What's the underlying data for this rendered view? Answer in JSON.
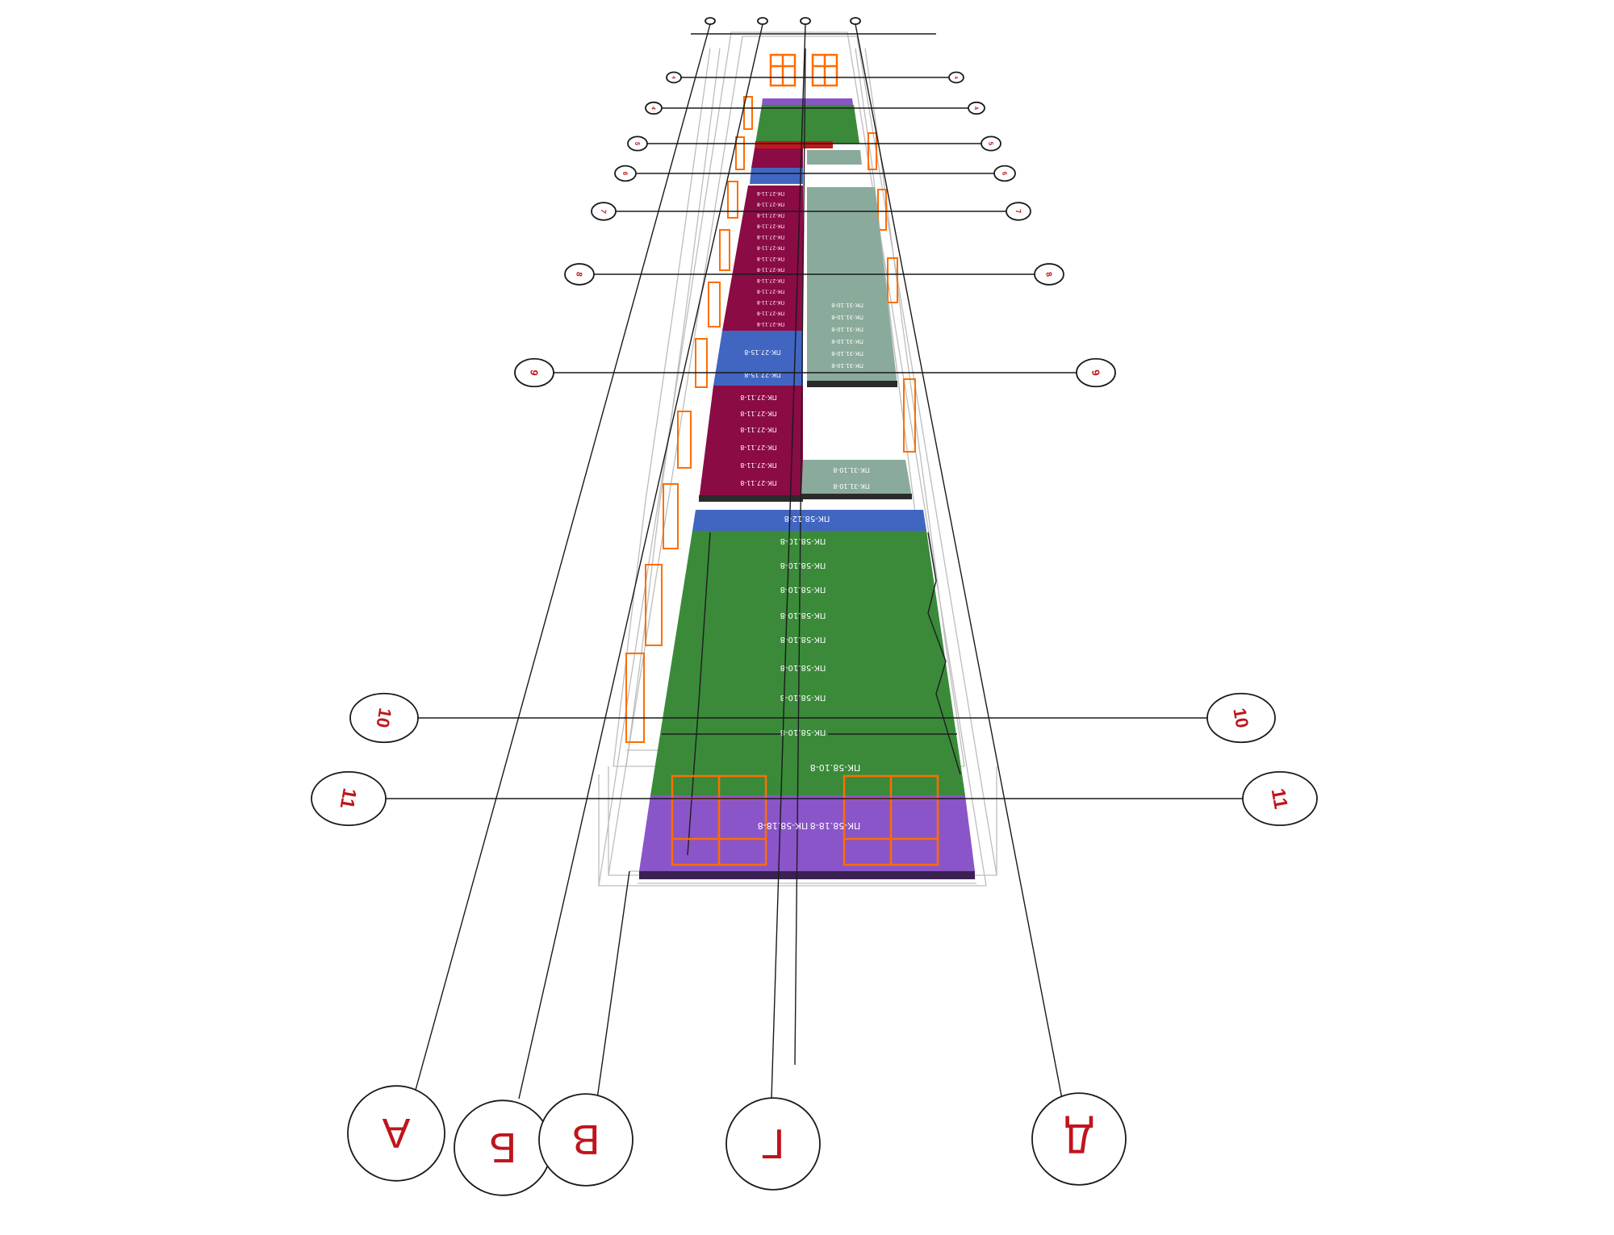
{
  "colors": {
    "green": "#3a8a3a",
    "maroon": "#8b0b45",
    "blue": "#4166c2",
    "sage": "#8aab9b",
    "purple": "#8a55c8",
    "red": "#c41818",
    "window": "#ff6d00",
    "axis_text": "#c0141c"
  },
  "axis_rows": [
    "4",
    "4",
    "5",
    "6",
    "7",
    "8",
    "9",
    "10",
    "11"
  ],
  "axis_columns": [
    "А",
    "Б",
    "В",
    "Г",
    "Д"
  ],
  "slab_labels": {
    "bottom_blue": "ПК-58.12-8",
    "bottom_green": [
      "ПК-58.10-8",
      "ПК-58.10-8",
      "ПК-58.10-8",
      "ПК-58.10-8",
      "ПК-58.10-8",
      "ПК-58.10-8",
      "ПК-58.10-8",
      "ПК-58.10-8"
    ],
    "bottom_green_right": "ПК-58.10-8",
    "bottom_purple_left": "ПК-58.18-8",
    "bottom_purple_right": "ПК-58.18-8",
    "maroon_lower": [
      "ПК-27.11-8",
      "ПК-27.11-8",
      "ПК-27.11-8",
      "ПК-27.11-8",
      "ПК-27.11-8",
      "ПК-27.11-8"
    ],
    "blue_mid": [
      "ПК-27.15-8",
      "ПК-27.15-8"
    ],
    "maroon_upper": [
      "ПК-27.11-8",
      "ПК-27.11-8",
      "ПК-27.11-8",
      "ПК-27.11-8",
      "ПК-27.11-8",
      "ПК-27.11-8",
      "ПК-27.11-8",
      "ПК-27.11-8",
      "ПК-27.11-8",
      "ПК-27.11-8",
      "ПК-27.11-8",
      "ПК-27.11-8",
      "ПК-27.11-8"
    ],
    "sage_lower": [
      "ПК-31.10-8",
      "ПК-31.10-8"
    ],
    "sage_upper": [
      "ПК-31.10-8",
      "ПК-31.10-8",
      "ПК-31.10-8",
      "ПК-31.10-8",
      "ПК-31.10-8",
      "ПК-31.10-8"
    ]
  }
}
